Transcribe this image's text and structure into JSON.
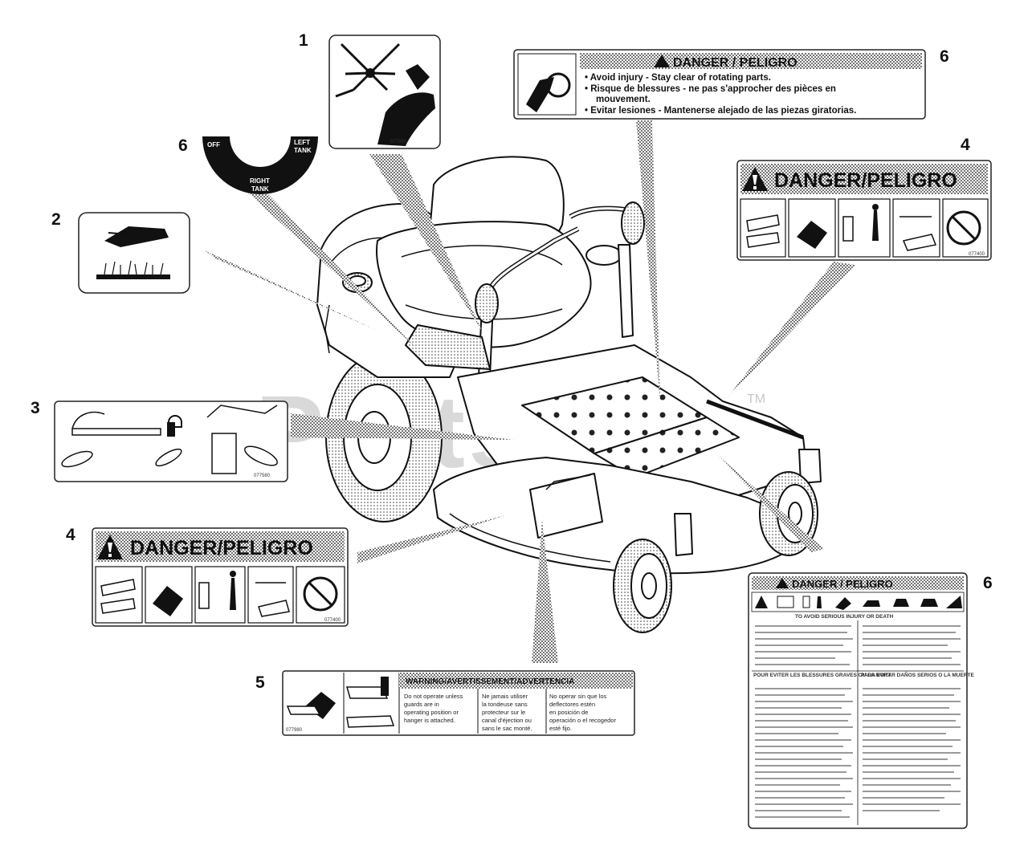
{
  "callouts": {
    "n1": "1",
    "n2": "2",
    "n3": "3",
    "n4a": "4",
    "n4b": "4",
    "n5": "5",
    "n6a": "6",
    "n6b": "6",
    "n6c": "6"
  },
  "watermark": {
    "text": "PartsTree",
    "tm": "TM"
  },
  "decal_1": {
    "code": "077560"
  },
  "decal_2": {},
  "decal_3": {
    "code": "077580"
  },
  "decal_4_right": {
    "title": "DANGER/PELIGRO",
    "code": "077400"
  },
  "decal_4_left": {
    "title": "DANGER/PELIGRO",
    "code": "077400"
  },
  "decal_5": {
    "title": "WARNING/AVERTISSEMENT/ADVERTENCIA",
    "col1": [
      "Do not operate unless",
      "guards are in",
      "operating position or",
      "hanger is attached."
    ],
    "col2": [
      "Ne jamais utiliser",
      "la tondeuse sans",
      "protecteur sur le",
      "canal d'éjection ou",
      "sans le sac monté."
    ],
    "col3": [
      "No operar sin que los",
      "deflectores estén",
      "en posición de",
      "operación o el recogedor",
      "esté fijo."
    ],
    "code": "077980"
  },
  "decal_6_tank": {
    "off": "OFF",
    "left": "LEFT",
    "left2": "TANK",
    "right": "RIGHT",
    "right2": "TANK"
  },
  "decal_6_top": {
    "title": "DANGER / PELIGRO",
    "lines": [
      "• Avoid injury - Stay clear of rotating parts.",
      "• Risque de blessures - ne pas s'approcher des pièces en",
      "  mouvement.",
      "• Evitar lesiones - Mantenerse alejado de las piezas giratorias."
    ]
  },
  "decal_6_large": {
    "title": "DANGER / PELIGRO",
    "sub_en": "TO AVOID SERIOUS INJURY OR DEATH",
    "sub_fr": "POUR EVITER LES BLESSURES GRAVES OU LA MORT",
    "sub_es": "PARA EVITAR DAÑOS SERIOS O LA MUERTE"
  }
}
